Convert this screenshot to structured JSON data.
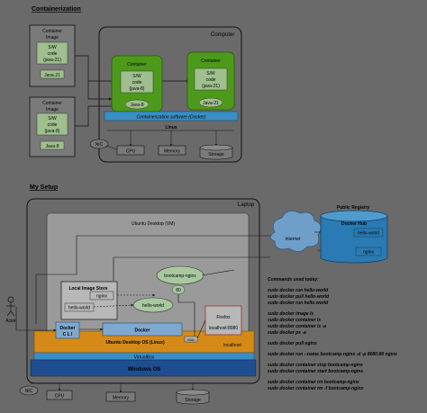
{
  "section1": {
    "title": "Containerization",
    "computer_label": "Computer",
    "image1": {
      "title": [
        "Container",
        "Image"
      ],
      "code": [
        "S/W",
        "code",
        "(java-21)"
      ],
      "java": "Java-21"
    },
    "image2": {
      "title": [
        "Container",
        "Image"
      ],
      "code": [
        "S/W",
        "code",
        "(java-8)"
      ],
      "java": "Java-8"
    },
    "container1": {
      "title": "Container",
      "code": [
        "S/W",
        "code",
        "(java-8)"
      ],
      "java": "Java-8"
    },
    "container2": {
      "title": "Container",
      "code": [
        "S/W",
        "code",
        "(java-21)"
      ],
      "java": "Java-21"
    },
    "containerization_software": "Containerization software (Docker)",
    "linux": "Linux",
    "nic": "NIC",
    "cpu": "CPU",
    "memory": "Memory",
    "storage": "Storage"
  },
  "section2": {
    "title": "My Setup",
    "laptop_label": "Laptop",
    "public_registry": "Public Registry",
    "docker_hub": "Docker Hub",
    "hub_items": [
      "hello-world",
      "nginx"
    ],
    "internet": "internet",
    "vm_label": "Ubuntu Desktop (VM)",
    "local_image_store": "Local Image Store",
    "store_items": [
      "nginx",
      "hello-world"
    ],
    "container_nginx": "bootcamp-nginx",
    "container_hello": "hello-world",
    "port_80": "80",
    "docker_cli": [
      "Docker",
      "C L I"
    ],
    "docker_daemon": "Docker",
    "firefox": "Firefox",
    "localhost_url": "localhost:8080",
    "port_8080": "8080",
    "localhost": "localhost",
    "ubuntu_os": "Ubuntu Desktop OS (Linux)",
    "virtualbox": "VirtualBox",
    "windows_os": "Windows OS",
    "actor": "Actor",
    "nic": "NIC",
    "cpu": "CPU",
    "memory": "Memory",
    "storage": "Storage"
  },
  "commands": {
    "heading": "Commands used today:",
    "groups": [
      [
        "sudo docker run hello-world",
        "sudo docker pull hello-world",
        "sudo docker run hello-world"
      ],
      [
        "sudo docker image ls",
        "sudo docker container ls",
        "sudo docker container ls -a",
        "sudo docker ps -a"
      ],
      [
        "sudo docker pull nginx"
      ],
      [
        "sudo docker run --name bootcamp-nginx -d -p 8080:80 nginx"
      ],
      [
        "sudo docker container stop bootcamp-nginx",
        "sudo docker container start bootcamp-nginx"
      ],
      [
        "sudo docker container rm bootcamp-nginx",
        "sudo docker container rm -f bootcamp-nginx"
      ]
    ]
  },
  "colors": {
    "background": "#6a6a6a",
    "container_green": "#4d9a1a",
    "docker_blue": "#3a8ec4",
    "windows_blue": "#1f4e90",
    "ubuntu_orange": "#d58a18",
    "ubuntu_gray": "#9a9a9a",
    "registry_blue": "#2a7ab4"
  }
}
